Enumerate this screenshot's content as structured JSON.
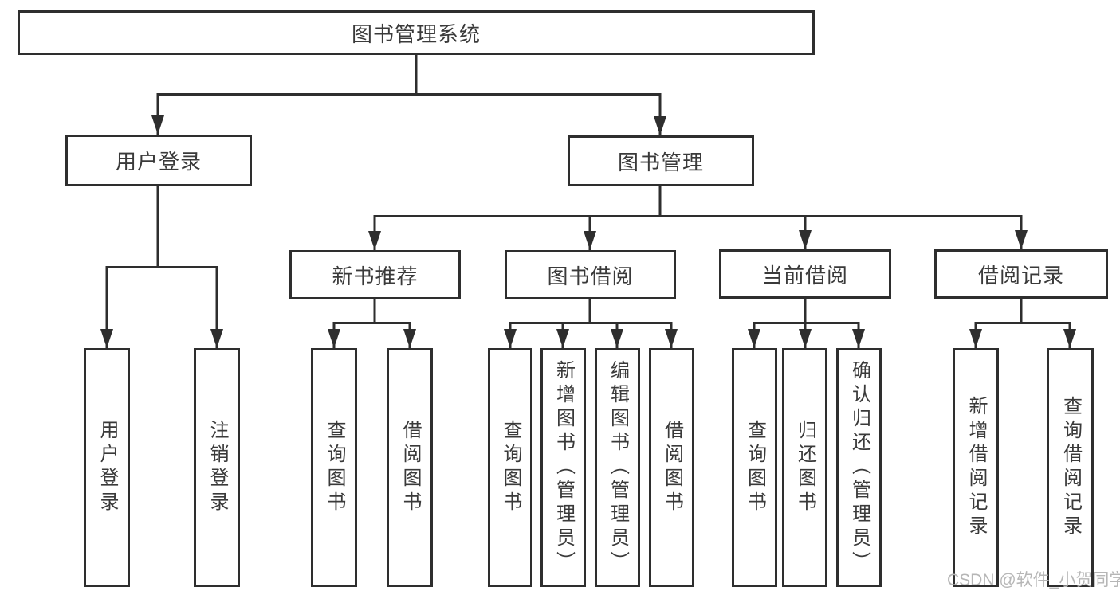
{
  "watermark": "CSDN @软件_小贺同学",
  "colors": {
    "line": "#2e2e2e",
    "text": "#3a3a3a",
    "watermark": "#b6b6b6",
    "background": "#ffffff"
  },
  "tree": {
    "root": "图书管理系统",
    "children": [
      {
        "label": "用户登录",
        "leaves": [
          "用户登录",
          "注销登录"
        ]
      },
      {
        "label": "图书管理",
        "children": [
          {
            "label": "新书推荐",
            "leaves": [
              "查询图书",
              "借阅图书"
            ]
          },
          {
            "label": "图书借阅",
            "leaves": [
              "查询图书",
              "新增图书（管理员）",
              "编辑图书（管理员）",
              "借阅图书"
            ]
          },
          {
            "label": "当前借阅",
            "leaves": [
              "查询图书",
              "归还图书",
              "确认归还（管理员）"
            ]
          },
          {
            "label": "借阅记录",
            "leaves": [
              "新增借阅记录",
              "查询借阅记录"
            ]
          }
        ]
      }
    ]
  }
}
